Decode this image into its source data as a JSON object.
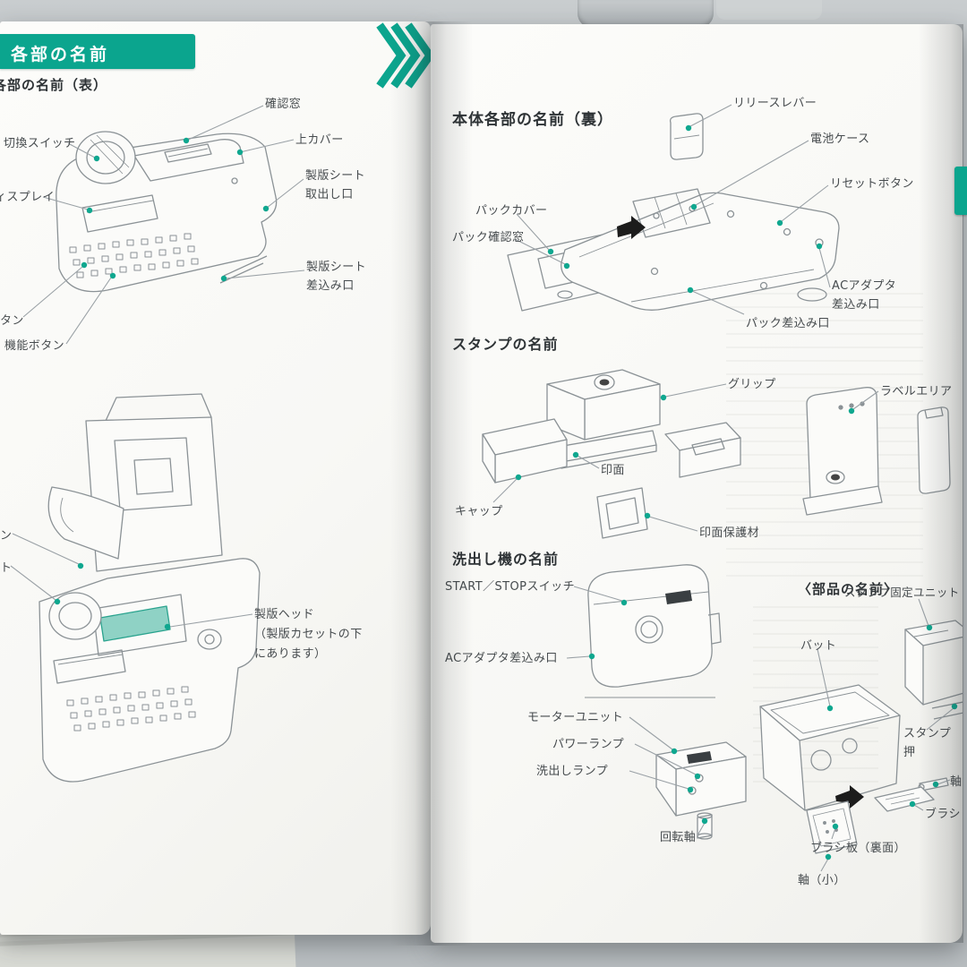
{
  "meta": {
    "accent_color": "#0ba58e",
    "ink_color": "#464b4e",
    "leader_line_color": "#9aa1a6",
    "description": "Photo of an open Japanese instruction-manual spread showing labeled parts diagrams of a label maker, stamp and wash-out unit"
  },
  "left_page": {
    "banner_title": "各部の名前",
    "front_section": {
      "title": "各部の名前（表）",
      "labels": {
        "confirm_window": "確認窓",
        "top_cover": "上カバー",
        "sheet_outlet": "製版シート\n取出し口",
        "selector_switch": "切換スイッチ",
        "display": "ィスプレイ",
        "sheet_inlet": "製版シート\n差込み口",
        "button_partial": "タン",
        "function_buttons": "機能ボタン"
      }
    },
    "head_section": {
      "labels": {
        "partial_n": "ン",
        "partial_to": "ト",
        "plate_head": "製版ヘッド\n（製版カセットの下\nにあります）"
      }
    }
  },
  "right_page": {
    "back_section": {
      "title": "本体各部の名前（裏）",
      "labels": {
        "release_lever": "リリースレバー",
        "battery_case": "電池ケース",
        "reset_button": "リセットボタン",
        "pack_cover": "パックカバー",
        "pack_window": "パック確認窓",
        "ac_adapter": "ACアダプタ\n差込み口",
        "pack_slot": "パック差込み口"
      }
    },
    "stamp_section": {
      "title": "スタンプの名前",
      "labels": {
        "grip": "グリップ",
        "label_area": "ラベルエリア",
        "stamp_face": "印面",
        "cap": "キャップ",
        "face_protector": "印面保護材"
      }
    },
    "washer_section": {
      "title": "洗出し機の名前",
      "labels": {
        "start_stop_switch": "START／STOPスイッチ",
        "ac_adapter_jack": "ACアダプタ差込み口",
        "motor_unit": "モーターユニット",
        "power_lamp": "パワーランプ",
        "washout_lamp": "洗出しランプ",
        "rotary_shaft": "回転軸"
      }
    },
    "parts_section": {
      "title": "〈部品の名前〉",
      "labels": {
        "stamp_fixing_unit": "スタンプ固定ユニット",
        "vat": "バット",
        "stamp_press_partial": "スタンプ押",
        "shaft_partial": "軸",
        "brush_partial": "ブラシ",
        "brush_plate": "ブラシ板（裏面）",
        "shaft_small": "軸（小）"
      }
    }
  }
}
